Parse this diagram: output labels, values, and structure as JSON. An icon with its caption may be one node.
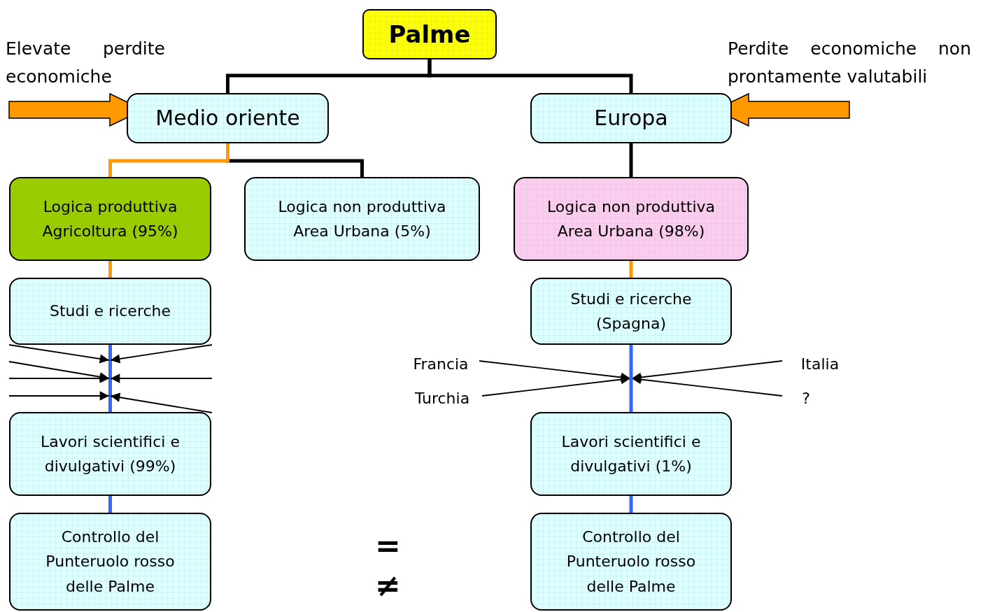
{
  "diagram": {
    "nodes": [
      {
        "text": [
          "Palme"
        ]
      },
      {
        "text": [
          "Medio oriente"
        ]
      },
      {
        "text": [
          "Europa"
        ]
      },
      {
        "text": [
          "Logica produttiva Agricoltura (95%)"
        ]
      },
      {
        "text": [
          "Logica non produttiva Area Urbana (5%)"
        ]
      },
      {
        "text": [
          "Logica non produttiva Area Urbana (98%)"
        ]
      },
      {
        "text": [
          "Studi e ricerche"
        ]
      },
      {
        "text": [
          "Lavori scientifici e divulgativi (99%)"
        ]
      },
      {
        "text": [
          "Controllo del Punteruolo rosso delle Palme"
        ]
      },
      {
        "text": [
          "Studi e ricerche (Spagna)"
        ]
      },
      {
        "text": [
          "Lavori scientifici e divulgativi (1%)"
        ]
      },
      {
        "text": [
          "Controllo del Punteruolo rosso delle Palme"
        ]
      },
      {
        "text": [
          "Francia"
        ]
      },
      {
        "text": [
          "Turchia"
        ]
      },
      {
        "text": [
          "Italia"
        ]
      },
      {
        "text": [
          "?"
        ]
      }
    ],
    "edges": [
      {
        "from": 0,
        "to": 1,
        "arrow": "none"
      },
      {
        "from": 0,
        "to": 2,
        "arrow": "none"
      },
      {
        "from": 1,
        "to": 4,
        "arrow": "none"
      },
      {
        "from": 1,
        "to": 3,
        "arrow": "none",
        "color": "#ff9900"
      },
      {
        "from": 2,
        "to": 5,
        "arrow": "none"
      },
      {
        "from": 3,
        "to": 6,
        "arrow": "none",
        "color": "#ff9900"
      },
      {
        "from": 5,
        "to": 9,
        "arrow": "none",
        "color": "#ff9900"
      },
      {
        "from": 6,
        "to": 7,
        "arrow": "none",
        "color": "#3366ff"
      },
      {
        "from": 7,
        "to": 8,
        "arrow": "none",
        "color": "#3366ff"
      },
      {
        "from": 9,
        "to": 10,
        "arrow": "none",
        "color": "#3366ff"
      },
      {
        "from": 10,
        "to": 11,
        "arrow": "none",
        "color": "#3366ff"
      },
      {
        "from": null,
        "to": 1,
        "arrow": "to",
        "style": "thick",
        "color": "#ff9900"
      },
      {
        "from": null,
        "to": 2,
        "arrow": "to",
        "style": "thick",
        "color": "#ff9900"
      },
      {
        "from": 12,
        "to": null,
        "arrow": "to"
      },
      {
        "from": 13,
        "to": null,
        "arrow": "to"
      },
      {
        "from": 14,
        "to": null,
        "arrow": "to"
      },
      {
        "from": 15,
        "to": null,
        "arrow": "to"
      }
    ],
    "labels": [
      "Elevate perdite economiche",
      "Perdite economiche non prontamente valutabili",
      "=",
      "≠"
    ]
  }
}
